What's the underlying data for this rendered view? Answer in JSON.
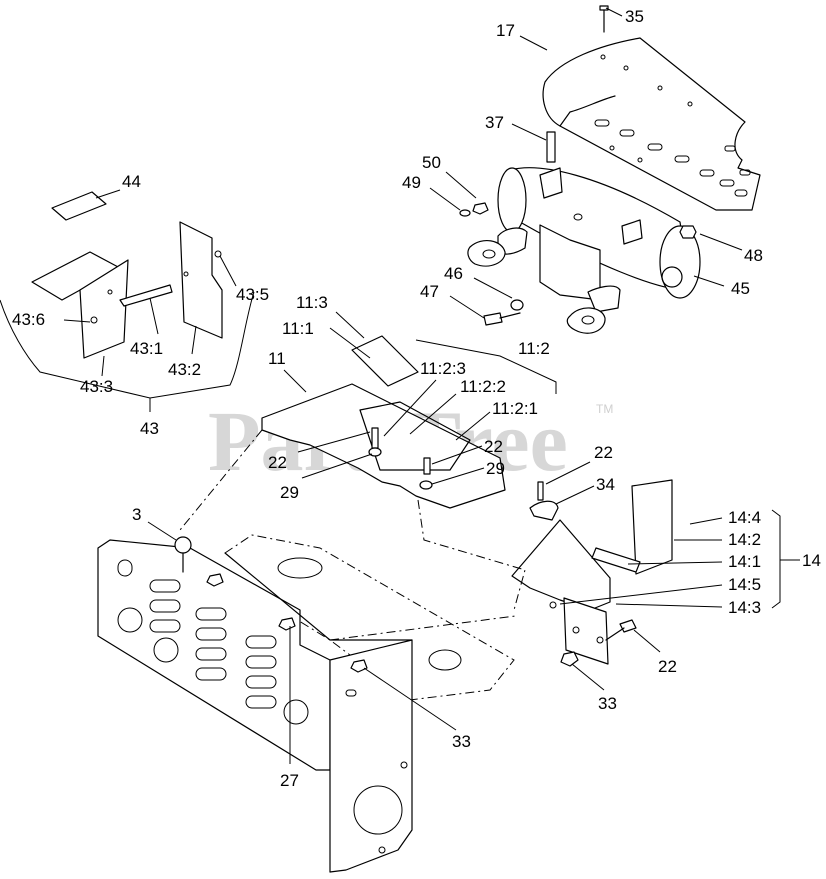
{
  "watermark": {
    "text": "PartsTree",
    "tm": "TM"
  },
  "callouts": {
    "c35": "35",
    "c17": "17",
    "c37": "37",
    "c50": "50",
    "c49": "49",
    "c48": "48",
    "c46": "46",
    "c47": "47",
    "c45": "45",
    "c44": "44",
    "c43_5": "43:5",
    "c43_6": "43:6",
    "c43_1": "43:1",
    "c43_2": "43:2",
    "c43_3": "43:3",
    "c43": "43",
    "c11_3": "11:3",
    "c11_1": "11:1",
    "c11": "11",
    "c11_2": "11:2",
    "c11_2_3": "11:2:3",
    "c11_2_2": "11:2:2",
    "c11_2_1": "11:2:1",
    "c22a": "22",
    "c22b": "22",
    "c22c": "22",
    "c22d": "22",
    "c29a": "29",
    "c29b": "29",
    "c34": "34",
    "c3": "3",
    "c14_4": "14:4",
    "c14_2": "14:2",
    "c14_1": "14:1",
    "c14": "14",
    "c14_5": "14:5",
    "c14_3": "14:3",
    "c33a": "33",
    "c33b": "33",
    "c27": "27"
  }
}
